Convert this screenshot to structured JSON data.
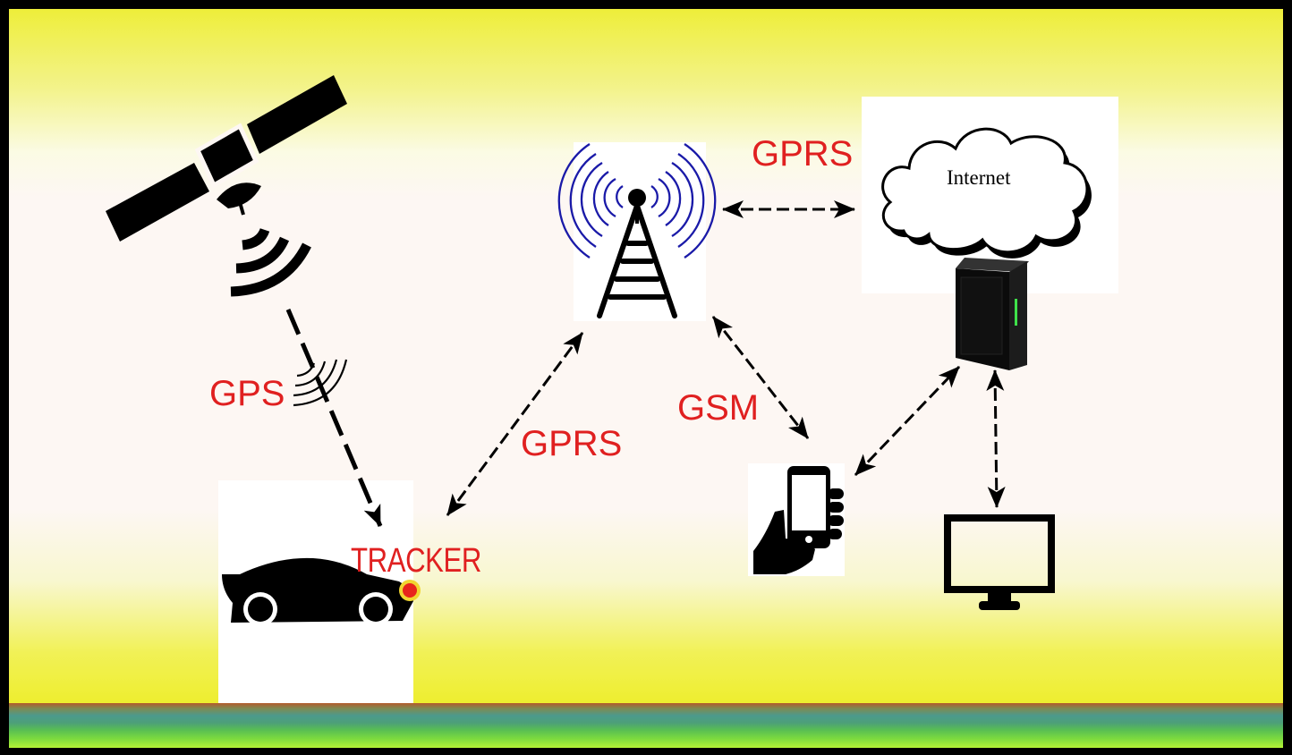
{
  "labels": {
    "gps": "GPS",
    "gprs_tracker_tower": "GPRS",
    "gprs_tower_internet": "GPRS",
    "gsm": "GSM",
    "tracker": "TRACKER",
    "internet": "Internet"
  },
  "icons": {
    "satellite": "satellite-icon",
    "satellite_signal": "signal-waves-icon",
    "gps_waves": "signal-waves-icon",
    "tower": "cell-tower-icon",
    "cloud": "cloud-icon",
    "server": "server-icon",
    "car": "car-icon",
    "tracker": "tracker-dot-icon",
    "phone": "hand-phone-icon",
    "monitor": "monitor-icon"
  },
  "colors": {
    "label": "#e02020",
    "radio_waves": "#1a1aa8",
    "tracker_dot": "#e8241c",
    "tracker_ring": "#f1d531",
    "server_led": "#3fe04a"
  }
}
